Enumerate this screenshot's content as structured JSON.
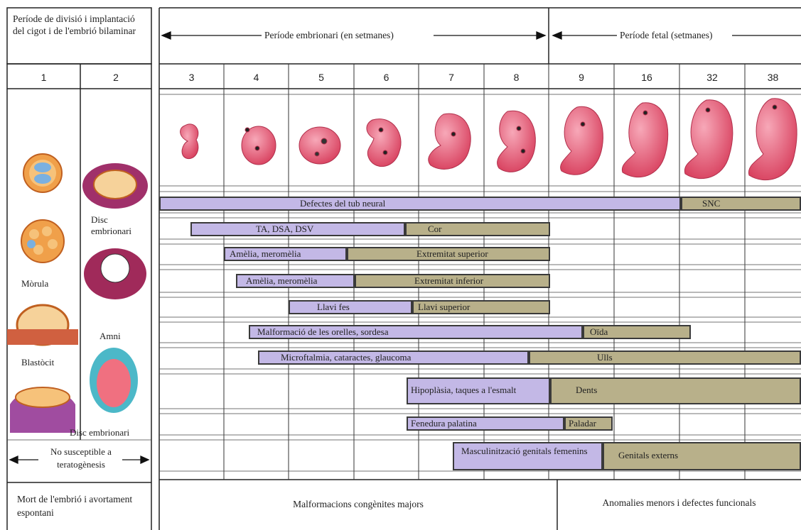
{
  "header": {
    "division_period": "Període de divisió i implantació del cigot i de l'embrió bilaminar",
    "embryonic_period": "Període embrionari (en setmanes)",
    "fetal_period": "Període fetal (setmanes)"
  },
  "weeks": [
    "1",
    "2",
    "3",
    "4",
    "5",
    "6",
    "7",
    "8",
    "9",
    "16",
    "32",
    "38"
  ],
  "left_labels": {
    "disc": "Disc embrionari",
    "morula": "Mòrula",
    "amni": "Amni",
    "blastocit": "Blastòcit",
    "disc_bottom": "Disc embrionari",
    "not_susceptible": "No susceptible a teratogènesis"
  },
  "bars": [
    {
      "text": "Defectes del tub neural",
      "kind": "purple"
    },
    {
      "text": "SNC",
      "kind": "olive"
    },
    {
      "text": "TA, DSA, DSV",
      "kind": "purple"
    },
    {
      "text": "Cor",
      "kind": "olive"
    },
    {
      "text": "Amèlia, meromèlia",
      "kind": "purple"
    },
    {
      "text": "Extremitat superior",
      "kind": "olive"
    },
    {
      "text": "Amèlia, meromèlia",
      "kind": "purple"
    },
    {
      "text": "Extremitat inferior",
      "kind": "olive"
    },
    {
      "text": "Llavi fes",
      "kind": "purple"
    },
    {
      "text": "Llavi superior",
      "kind": "olive"
    },
    {
      "text": "Malformació de les orelles, sordesa",
      "kind": "purple"
    },
    {
      "text": "Oïda",
      "kind": "olive"
    },
    {
      "text": "Microftalmia, cataractes, glaucoma",
      "kind": "purple"
    },
    {
      "text": "Ulls",
      "kind": "olive"
    },
    {
      "text": "Hipoplàsia, taques a l'esmalt",
      "kind": "purple"
    },
    {
      "text": "Dents",
      "kind": "olive"
    },
    {
      "text": "Fenedura palatina",
      "kind": "purple"
    },
    {
      "text": "Paladar",
      "kind": "olive"
    },
    {
      "text": "Masculinització genitals femenins",
      "kind": "purple"
    },
    {
      "text": "Genitals externs",
      "kind": "olive"
    }
  ],
  "footer": {
    "death": "Mort de l'embrió i avortament espontani",
    "major": "Malformacions congènites majors",
    "minor": "Anomalies menors i defectes funcionals"
  },
  "colors": {
    "purple": "#c3b8e6",
    "olive": "#b8b08a",
    "embryo": "#e0556e"
  }
}
